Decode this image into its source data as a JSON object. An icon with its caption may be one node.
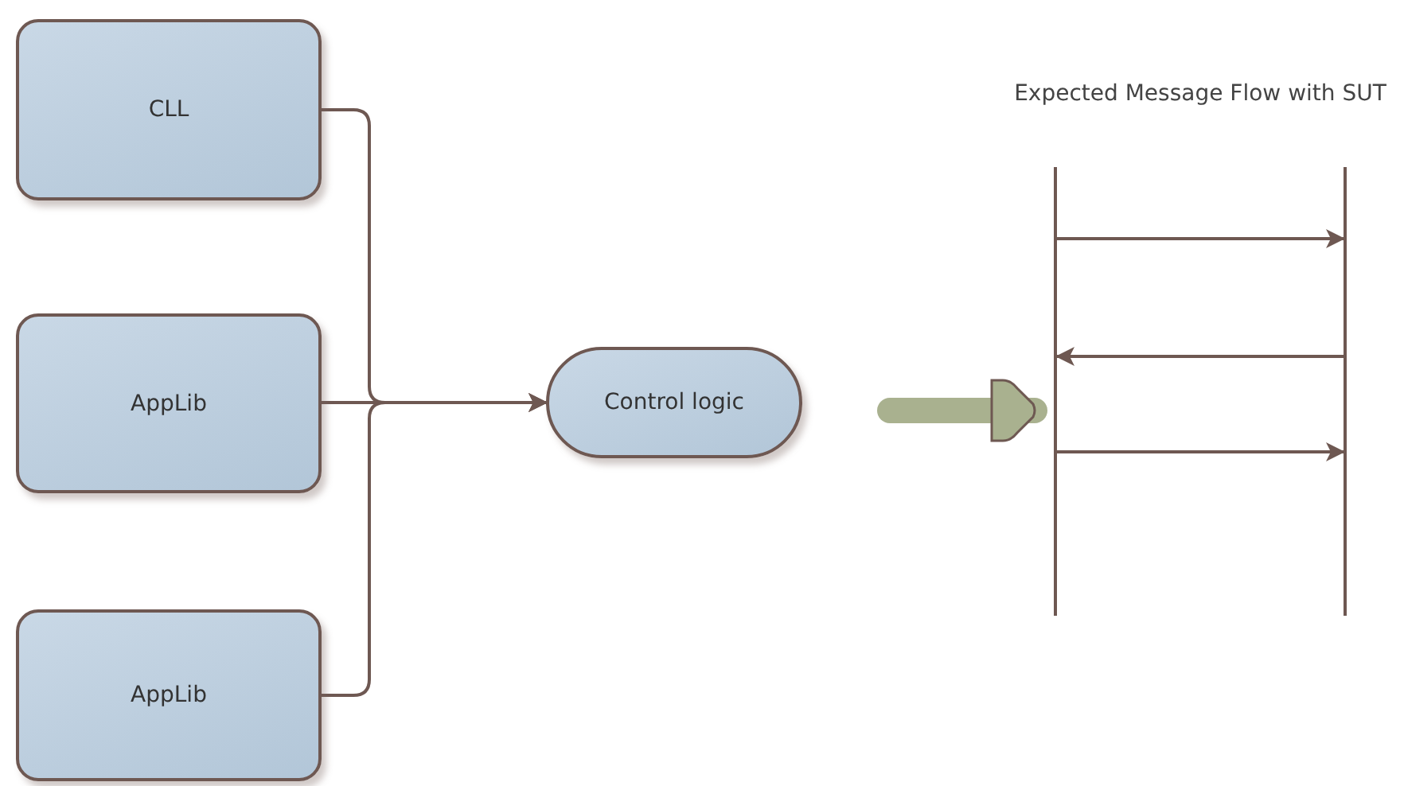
{
  "diagram": {
    "nodes": [
      {
        "text": [
          "CLL"
        ]
      },
      {
        "text": [
          "AppLib"
        ]
      },
      {
        "text": [
          "AppLib"
        ]
      },
      {
        "text": [
          "Control logic"
        ]
      },
      {
        "text": [],
        "shape": "bar"
      },
      {
        "text": [],
        "shape": "bar"
      }
    ],
    "edges": [
      {
        "from": 0,
        "to": 3,
        "arrow": "to"
      },
      {
        "from": 1,
        "to": 3,
        "arrow": "to"
      },
      {
        "from": 2,
        "to": 3,
        "arrow": "to"
      },
      {
        "from": 3,
        "to": 4,
        "arrow": "to",
        "style": "thick",
        "color": "#a9b18f"
      },
      {
        "from": 4,
        "to": 5,
        "arrow": "to"
      },
      {
        "from": 5,
        "to": 4,
        "arrow": "to"
      },
      {
        "from": 4,
        "to": 5,
        "arrow": "to"
      }
    ],
    "title": "Expected Message Flow with SUT"
  }
}
